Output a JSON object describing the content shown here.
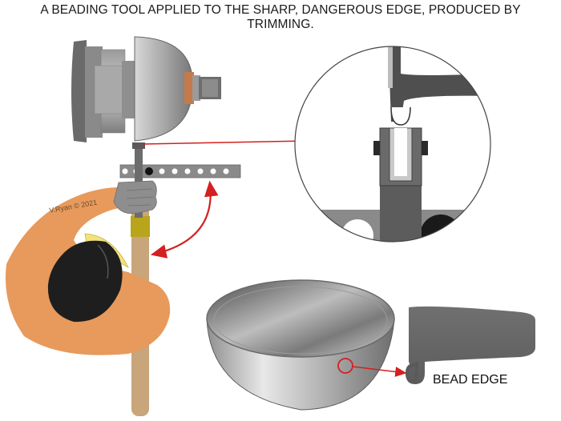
{
  "title": {
    "line1": "A BEADING TOOL APPLIED TO THE SHARP, DANGEROUS  EDGE, PRODUCED BY",
    "line2": "TRIMMING."
  },
  "credit": "V.Ryan © 2021",
  "labels": {
    "bead_edge": "BEAD EDGE"
  },
  "colors": {
    "arrow": "#d42020",
    "skin": "#e79a5c",
    "wood": "#c8a57a",
    "metal_dark": "#5a5a5a",
    "metal_light": "#c9c9c9"
  }
}
